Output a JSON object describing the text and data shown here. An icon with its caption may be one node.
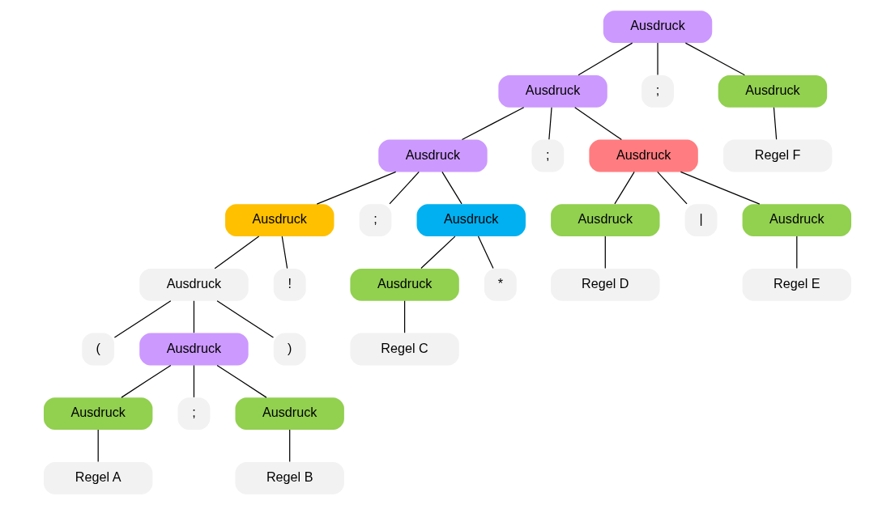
{
  "diagram": {
    "nodes": [
      {
        "text": [
          "Ausdruck"
        ]
      },
      {
        "text": [
          "Ausdruck"
        ]
      },
      {
        "text": [
          ";"
        ]
      },
      {
        "text": [
          "Ausdruck"
        ]
      },
      {
        "text": [
          "Ausdruck"
        ]
      },
      {
        "text": [
          ";"
        ]
      },
      {
        "text": [
          "Ausdruck"
        ]
      },
      {
        "text": [
          "Regel F"
        ]
      },
      {
        "text": [
          "Ausdruck"
        ]
      },
      {
        "text": [
          ";"
        ]
      },
      {
        "text": [
          "Ausdruck"
        ]
      },
      {
        "text": [
          "Ausdruck"
        ]
      },
      {
        "text": [
          "|"
        ]
      },
      {
        "text": [
          "Ausdruck"
        ]
      },
      {
        "text": [
          "Ausdruck"
        ]
      },
      {
        "text": [
          "!"
        ]
      },
      {
        "text": [
          "Ausdruck"
        ]
      },
      {
        "text": [
          "*"
        ]
      },
      {
        "text": [
          "Regel D"
        ]
      },
      {
        "text": [
          "Regel E"
        ]
      },
      {
        "text": [
          "("
        ]
      },
      {
        "text": [
          "Ausdruck"
        ]
      },
      {
        "text": [
          ")"
        ]
      },
      {
        "text": [
          "Regel C"
        ]
      },
      {
        "text": [
          "Ausdruck"
        ]
      },
      {
        "text": [
          ";"
        ]
      },
      {
        "text": [
          "Ausdruck"
        ]
      },
      {
        "text": [
          "Regel A"
        ]
      },
      {
        "text": [
          "Regel B"
        ]
      }
    ],
    "edges": [
      {
        "from": 0,
        "to": 1,
        "arrow": "none"
      },
      {
        "from": 0,
        "to": 2,
        "arrow": "none"
      },
      {
        "from": 0,
        "to": 3,
        "arrow": "none"
      },
      {
        "from": 1,
        "to": 4,
        "arrow": "none"
      },
      {
        "from": 1,
        "to": 5,
        "arrow": "none"
      },
      {
        "from": 1,
        "to": 6,
        "arrow": "none"
      },
      {
        "from": 3,
        "to": 7,
        "arrow": "none"
      },
      {
        "from": 4,
        "to": 8,
        "arrow": "none"
      },
      {
        "from": 4,
        "to": 9,
        "arrow": "none"
      },
      {
        "from": 4,
        "to": 10,
        "arrow": "none"
      },
      {
        "from": 6,
        "to": 11,
        "arrow": "none"
      },
      {
        "from": 6,
        "to": 12,
        "arrow": "none"
      },
      {
        "from": 6,
        "to": 13,
        "arrow": "none"
      },
      {
        "from": 8,
        "to": 14,
        "arrow": "none"
      },
      {
        "from": 8,
        "to": 15,
        "arrow": "none"
      },
      {
        "from": 10,
        "to": 16,
        "arrow": "none"
      },
      {
        "from": 10,
        "to": 17,
        "arrow": "none"
      },
      {
        "from": 11,
        "to": 18,
        "arrow": "none"
      },
      {
        "from": 13,
        "to": 19,
        "arrow": "none"
      },
      {
        "from": 14,
        "to": 20,
        "arrow": "none"
      },
      {
        "from": 14,
        "to": 21,
        "arrow": "none"
      },
      {
        "from": 14,
        "to": 22,
        "arrow": "none"
      },
      {
        "from": 16,
        "to": 23,
        "arrow": "none"
      },
      {
        "from": 21,
        "to": 24,
        "arrow": "none"
      },
      {
        "from": 21,
        "to": 25,
        "arrow": "none"
      },
      {
        "from": 21,
        "to": 26,
        "arrow": "none"
      },
      {
        "from": 24,
        "to": 27,
        "arrow": "none"
      },
      {
        "from": 26,
        "to": 28,
        "arrow": "none"
      }
    ]
  }
}
